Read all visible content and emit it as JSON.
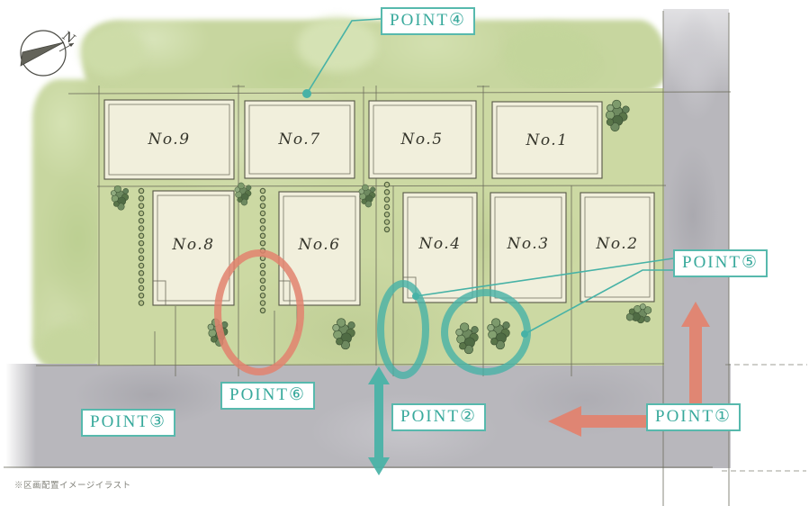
{
  "caption": "※区画配置イメージイラスト",
  "compass": {
    "label": "N"
  },
  "lots": [
    {
      "label": "No.9"
    },
    {
      "label": "No.7"
    },
    {
      "label": "No.5"
    },
    {
      "label": "No.1"
    },
    {
      "label": "No.8"
    },
    {
      "label": "No.6"
    },
    {
      "label": "No.4"
    },
    {
      "label": "No.3"
    },
    {
      "label": "No.2"
    }
  ],
  "points": [
    {
      "label": "POINT①"
    },
    {
      "label": "POINT②"
    },
    {
      "label": "POINT③"
    },
    {
      "label": "POINT④"
    },
    {
      "label": "POINT⑤"
    },
    {
      "label": "POINT⑥"
    }
  ],
  "colors": {
    "teal": "#47b2a6",
    "salmon": "#e2836f",
    "label-teal": "#38a99c",
    "border-teal": "#57b9ad",
    "lawn": "#ccd9a3",
    "green": "#c7d69f",
    "road": "#b8b7bc",
    "ink": "#6b6b5b",
    "house": "#f1efdc"
  }
}
